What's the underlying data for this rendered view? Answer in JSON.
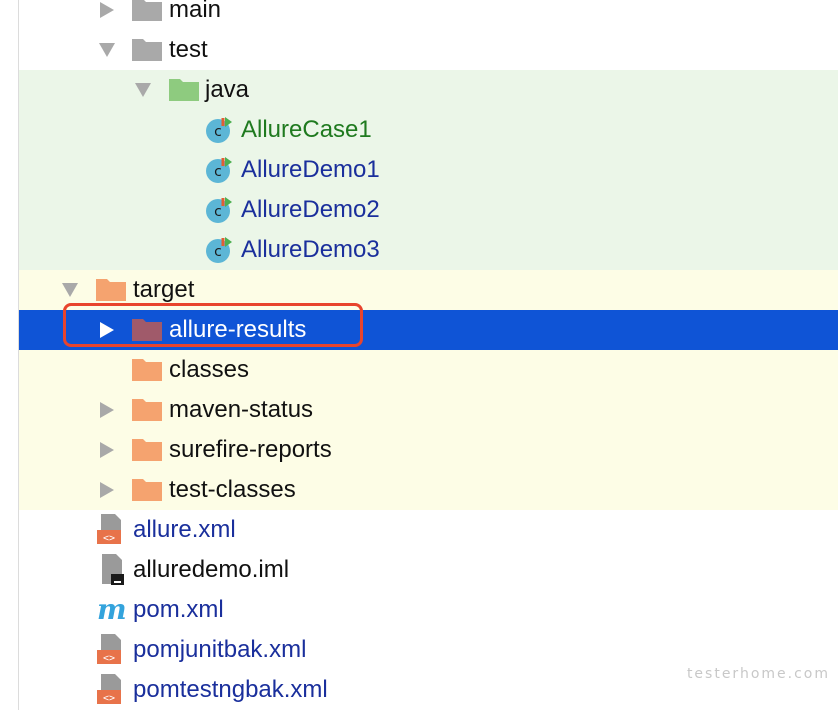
{
  "tree": {
    "items": [
      {
        "label": "main",
        "type": "folder",
        "state": "collapsed",
        "color": "#a9a9a9"
      },
      {
        "label": "test",
        "type": "folder",
        "state": "expanded",
        "color": "#a9a9a9"
      },
      {
        "label": "java",
        "type": "folder-source",
        "state": "expanded",
        "color": "#8ecb7f"
      },
      {
        "label": "AllureCase1",
        "type": "java-class"
      },
      {
        "label": "AllureDemo1",
        "type": "java-class"
      },
      {
        "label": "AllureDemo2",
        "type": "java-class"
      },
      {
        "label": "AllureDemo3",
        "type": "java-class"
      },
      {
        "label": "target",
        "type": "folder",
        "state": "expanded",
        "color": "#f5a36f"
      },
      {
        "label": "allure-results",
        "type": "folder",
        "state": "collapsed",
        "selected": true,
        "color": "#a05a6a"
      },
      {
        "label": "classes",
        "type": "folder",
        "color": "#f5a36f"
      },
      {
        "label": "maven-status",
        "type": "folder",
        "state": "collapsed",
        "color": "#f5a36f"
      },
      {
        "label": "surefire-reports",
        "type": "folder",
        "state": "collapsed",
        "color": "#f5a36f"
      },
      {
        "label": "test-classes",
        "type": "folder",
        "state": "collapsed",
        "color": "#f5a36f"
      },
      {
        "label": "allure.xml",
        "type": "xml-file"
      },
      {
        "label": "alluredemo.iml",
        "type": "iml-file"
      },
      {
        "label": "pom.xml",
        "type": "maven-file"
      },
      {
        "label": "pomjunitbak.xml",
        "type": "xml-file"
      },
      {
        "label": "pomtestngbak.xml",
        "type": "xml-file"
      }
    ]
  },
  "icons": {
    "class_badge_letter": "c",
    "maven_letter": "m",
    "xml_badge": "<>"
  },
  "watermark": "testerhome.com",
  "colors": {
    "selection": "#0f54d6",
    "test_bg": "#ebf6e8",
    "target_bg": "#fdfde6",
    "highlight": "#e8442d"
  }
}
